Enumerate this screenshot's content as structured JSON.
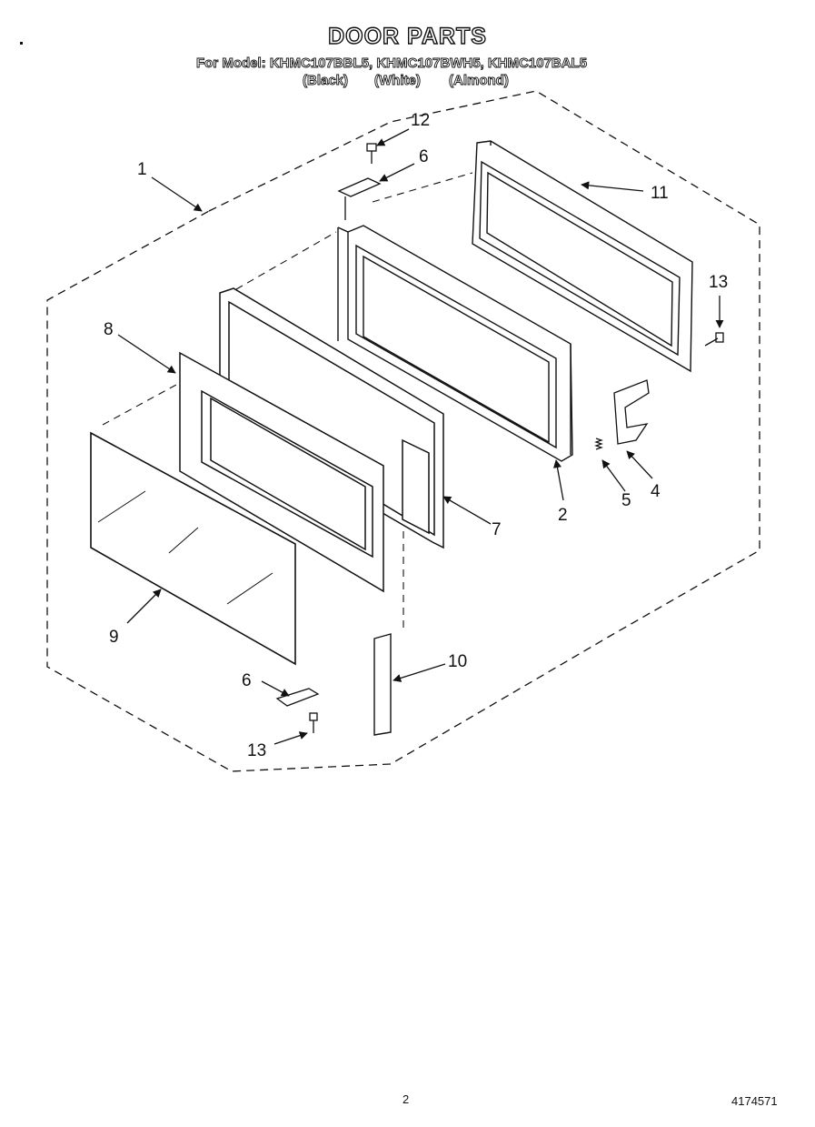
{
  "header": {
    "title": "DOOR PARTS",
    "models_line": "For Model: KHMC107BBL5, KHMC107BWH5, KHMC107BAL5",
    "color_black": "(Black)",
    "color_white": "(White)",
    "color_almond": "(Almond)"
  },
  "callouts": {
    "c1": "1",
    "c2": "2",
    "c4": "4",
    "c5": "5",
    "c6a": "6",
    "c6b": "6",
    "c7": "7",
    "c8": "8",
    "c9": "9",
    "c10": "10",
    "c11": "11",
    "c12": "12",
    "c13a": "13",
    "c13b": "13"
  },
  "footer": {
    "page_number": "2",
    "document_number": "4174571"
  }
}
